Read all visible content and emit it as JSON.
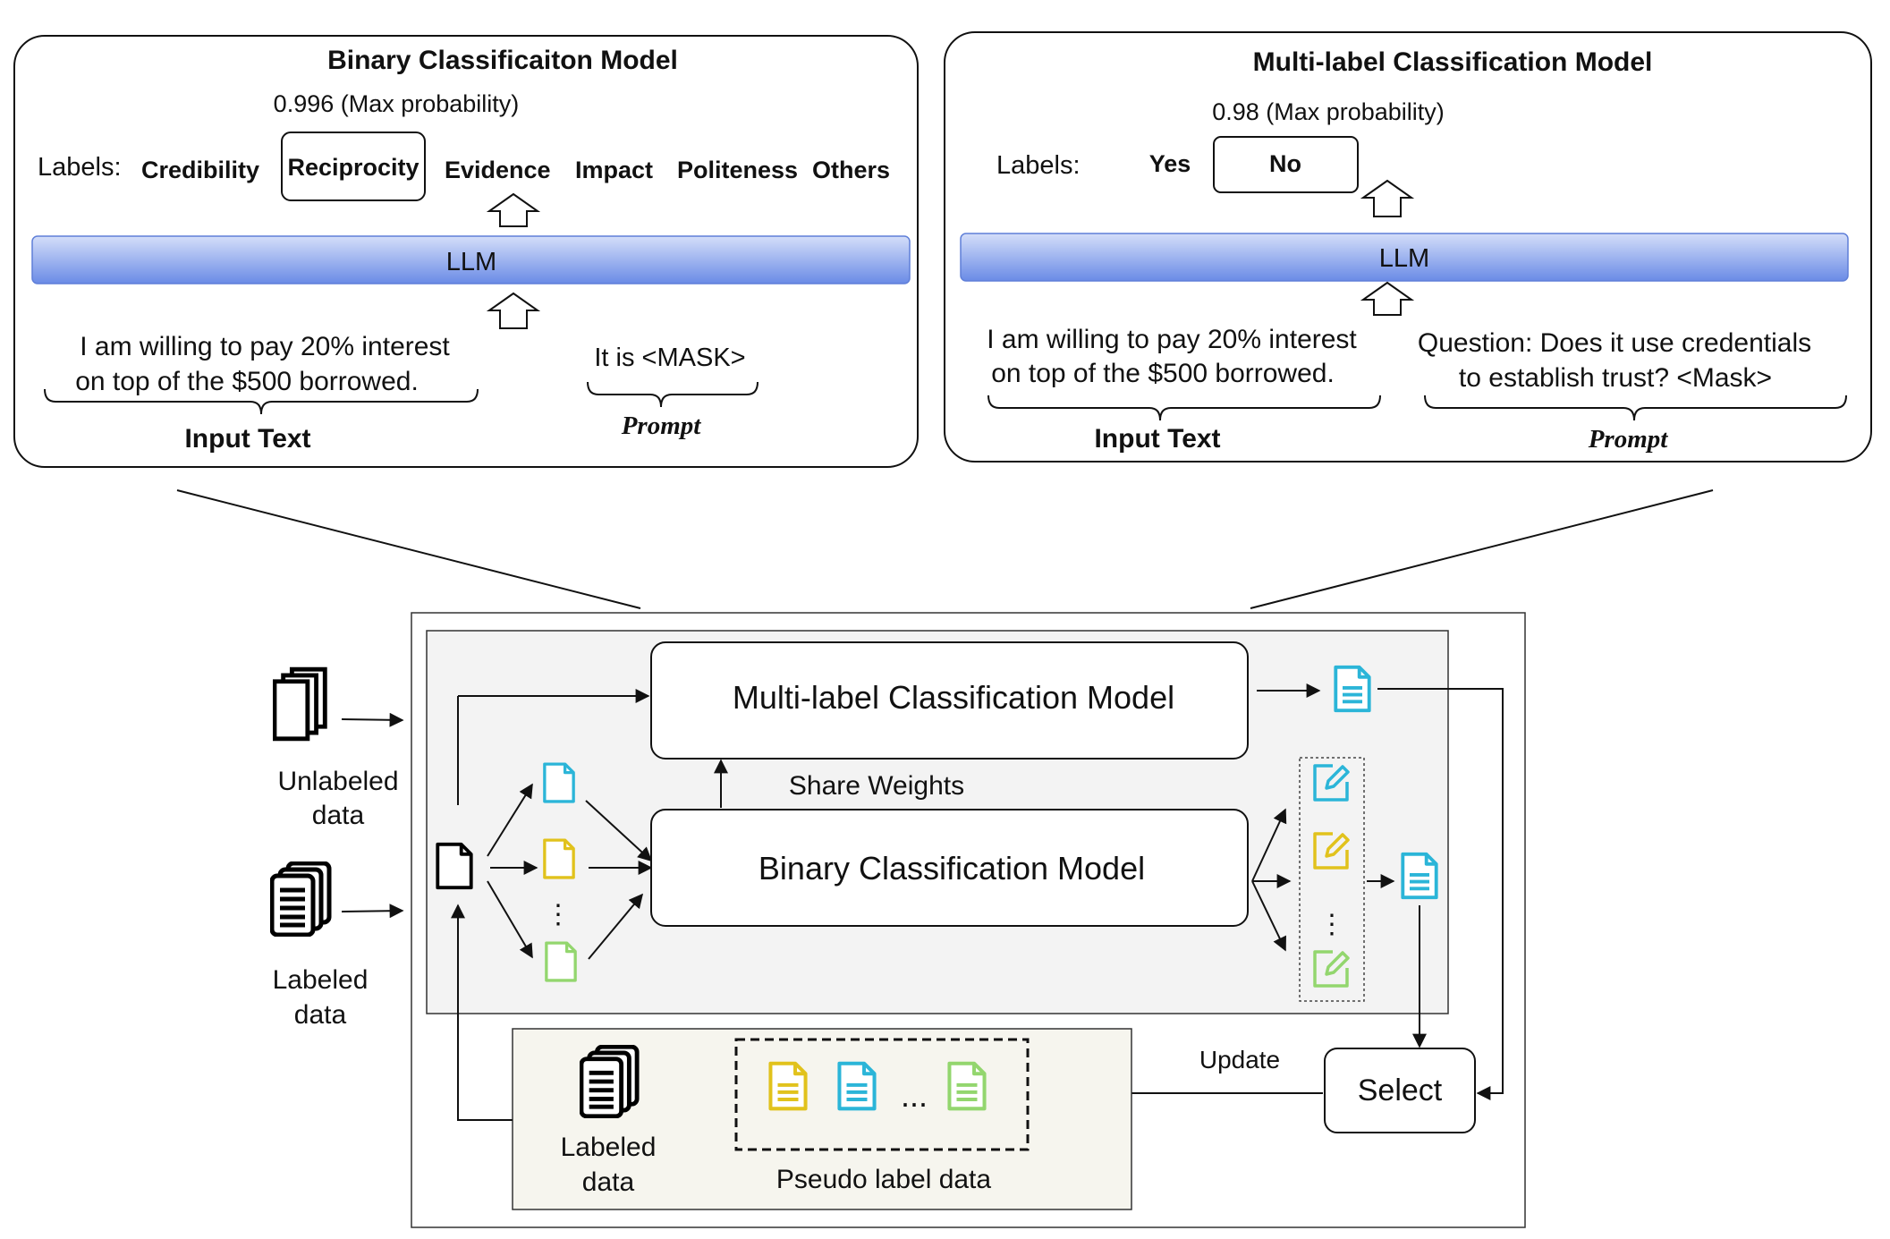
{
  "top_left": {
    "title": "Binary Classificaiton Model",
    "max_prob": "0.996 (Max probability)",
    "labels_prefix": "Labels:",
    "labels": [
      "Credibility",
      "Reciprocity",
      "Evidence",
      "Impact",
      "Politeness",
      "Others"
    ],
    "selected_label": "Reciprocity",
    "llm": "LLM",
    "input_line1": "I am willing to pay 20% interest",
    "input_line2": "on top of the $500 borrowed.",
    "input_caption": "Input Text",
    "prompt_text": "It is <MASK>",
    "prompt_caption": "Prompt"
  },
  "top_right": {
    "title": "Multi-label Classification Model",
    "max_prob": "0.98 (Max probability)",
    "labels_prefix": "Labels:",
    "labels": [
      "Yes",
      "No"
    ],
    "selected_label": "No",
    "llm": "LLM",
    "input_line1": "I am willing to pay 20% interest",
    "input_line2": "on top of the $500 borrowed.",
    "input_caption": "Input Text",
    "prompt_line1": "Question: Does it use credentials",
    "prompt_line2": "to establish trust? <Mask>",
    "prompt_caption": "Prompt"
  },
  "bottom": {
    "unlabeled_line1": "Unlabeled",
    "unlabeled_line2": "data",
    "labeled_line1": "Labeled",
    "labeled_line2": "data",
    "multi_model": "Multi-label Classification Model",
    "share_weights": "Share Weights",
    "binary_model": "Binary  Classification Model",
    "select": "Select",
    "update": "Update",
    "pool_labeled_line1": "Labeled",
    "pool_labeled_line2": "data",
    "pseudo_caption": "Pseudo label data",
    "ellipsis": "..."
  },
  "colors": {
    "cyan": "#2bb5d8",
    "yellow": "#e1c21c",
    "green": "#93d66e",
    "llm_top": "#c9d6f7",
    "llm_bottom": "#6e8fe6",
    "panel_bg": "#f3f3f3",
    "pool_bg": "#f6f5ee"
  }
}
